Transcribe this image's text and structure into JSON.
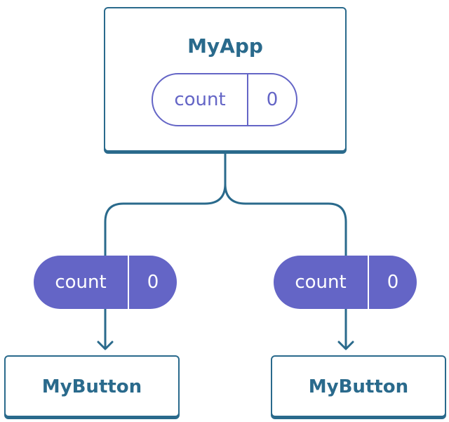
{
  "colors": {
    "tree_line": "#2a6a8c",
    "state_accent": "#6465c6",
    "background": "#ffffff"
  },
  "root": {
    "title": "MyApp",
    "state": {
      "name": "count",
      "value": "0"
    }
  },
  "children": [
    {
      "title": "MyButton",
      "prop": {
        "name": "count",
        "value": "0"
      }
    },
    {
      "title": "MyButton",
      "prop": {
        "name": "count",
        "value": "0"
      }
    }
  ]
}
